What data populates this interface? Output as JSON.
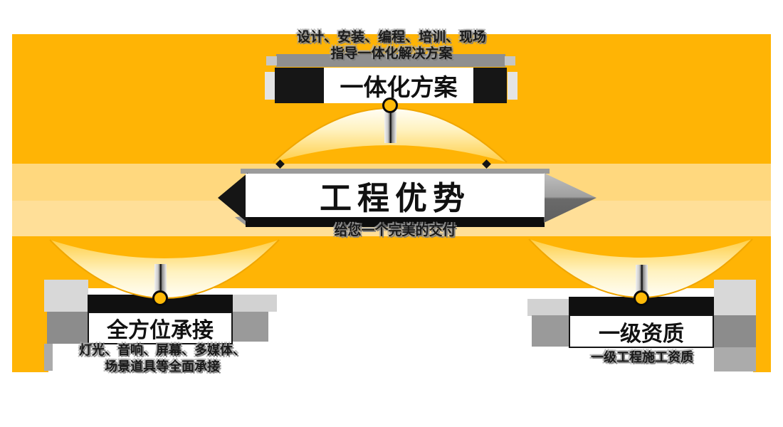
{
  "banner": {
    "title": "工程优势",
    "subtitle": "给您一个完美的交付"
  },
  "nodes": {
    "top": {
      "label": "一体化方案",
      "desc1": "设计、安装、编程、培训、现场",
      "desc2": "指导一体化解决方案"
    },
    "bottom_left": {
      "label": "全方位承接",
      "desc1": "灯光、音响、屏幕、多媒体、",
      "desc2": "场景道具等全面承接"
    },
    "bottom_right": {
      "label": "一级资质",
      "desc1": "一级工程施工资质"
    }
  },
  "colors": {
    "orange_main": "#FFB405",
    "band_upper": "#FFD87E",
    "band_lower": "#FFDF98",
    "crescent_pale": "#FFFEF6",
    "crescent_edge": "#F0A600",
    "dot_fill": "#FFBA08",
    "black": "#101010",
    "wing_light": "#D8D8D8",
    "wing_medium": "#8C8C8C",
    "box_bg": "#FFFFFF"
  }
}
